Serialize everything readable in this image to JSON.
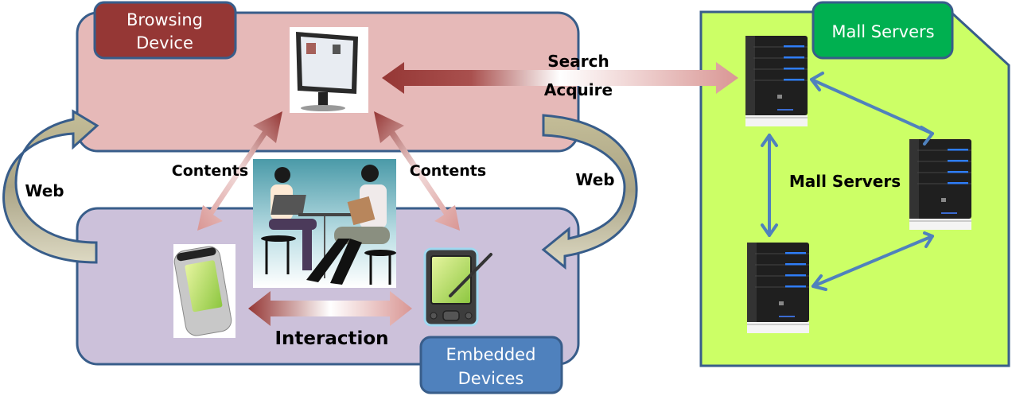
{
  "groups": {
    "browsing": {
      "title_line1": "Browsing",
      "title_line2": "Device",
      "title_color": "#943634",
      "panel_color": "#e6b9b8"
    },
    "embedded": {
      "title_line1": "Embedded",
      "title_line2": "Devices",
      "title_color": "#4f81bd",
      "panel_color": "#ccc1da"
    },
    "mall": {
      "title": "Mall Servers",
      "title_color": "#00b050",
      "panel_color": "#ccff66"
    }
  },
  "connections": {
    "search": "Search",
    "acquire": "Acquire",
    "contents_left": "Contents",
    "contents_right": "Contents",
    "web_left": "Web",
    "web_right": "Web",
    "interaction": "Interaction",
    "mall_servers_center": "Mall Servers"
  },
  "icons": {
    "browsing_device": "desktop-monitor-icon",
    "phone": "pda-phone-icon",
    "pda": "pda-stylus-icon",
    "people": "people-meeting-image",
    "server": "server-tower-icon"
  },
  "colors": {
    "outline": "#385d8a",
    "arrow_dark_red": "#953735",
    "arrow_light_red": "#d99694",
    "web_arrow": "#c4bd97",
    "server_arrow": "#4f81bd"
  }
}
